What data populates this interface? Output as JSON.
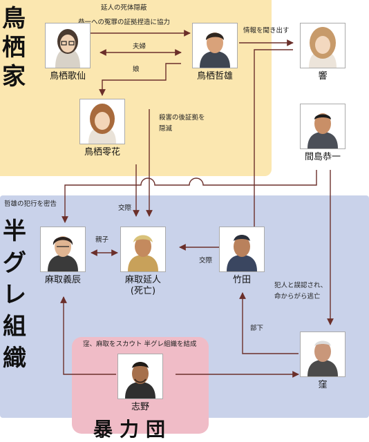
{
  "groups": {
    "torisu": "鳥栖家",
    "hangure": "半グレ組織",
    "boryokudan": "暴力団"
  },
  "people": {
    "kasen": "鳥栖歌仙",
    "tetsuo": "鳥栖哲雄",
    "reika": "鳥栖零花",
    "hibiki": "響",
    "majima": "間島恭一",
    "yoshitatsu": "麻取義辰",
    "nobuto": "麻取延人",
    "nobuto_status": "(死亡)",
    "takeda": "竹田",
    "kubo": "窪",
    "shino": "志野"
  },
  "relations": {
    "concealment_line1": "延人の死体隠蔽",
    "concealment_line2": "恭一への冤罪の証拠捏造に協力",
    "spouses": "夫婦",
    "daughter": "娘",
    "info_extract": "情報を聞き出す",
    "destroy_line1": "殺害の後証拠を",
    "destroy_line2": "隠滅",
    "informant": "哲雄の犯行を密告",
    "dating_nobuto": "交際",
    "parent_child": "親子",
    "dating_tetsuo": "交際",
    "misidentified_line1": "犯人と誤認され、",
    "misidentified_line2": "命からがら逃亡",
    "subordinate": "部下",
    "founding": "窪、麻取をスカウト 半グレ組織を結成"
  },
  "colors": {
    "torisu_region": "#fbe7b0",
    "hangure_region": "#c9d2ea",
    "boryokudan_region": "#f0bcc7",
    "arrow": "#6b2f2a"
  }
}
